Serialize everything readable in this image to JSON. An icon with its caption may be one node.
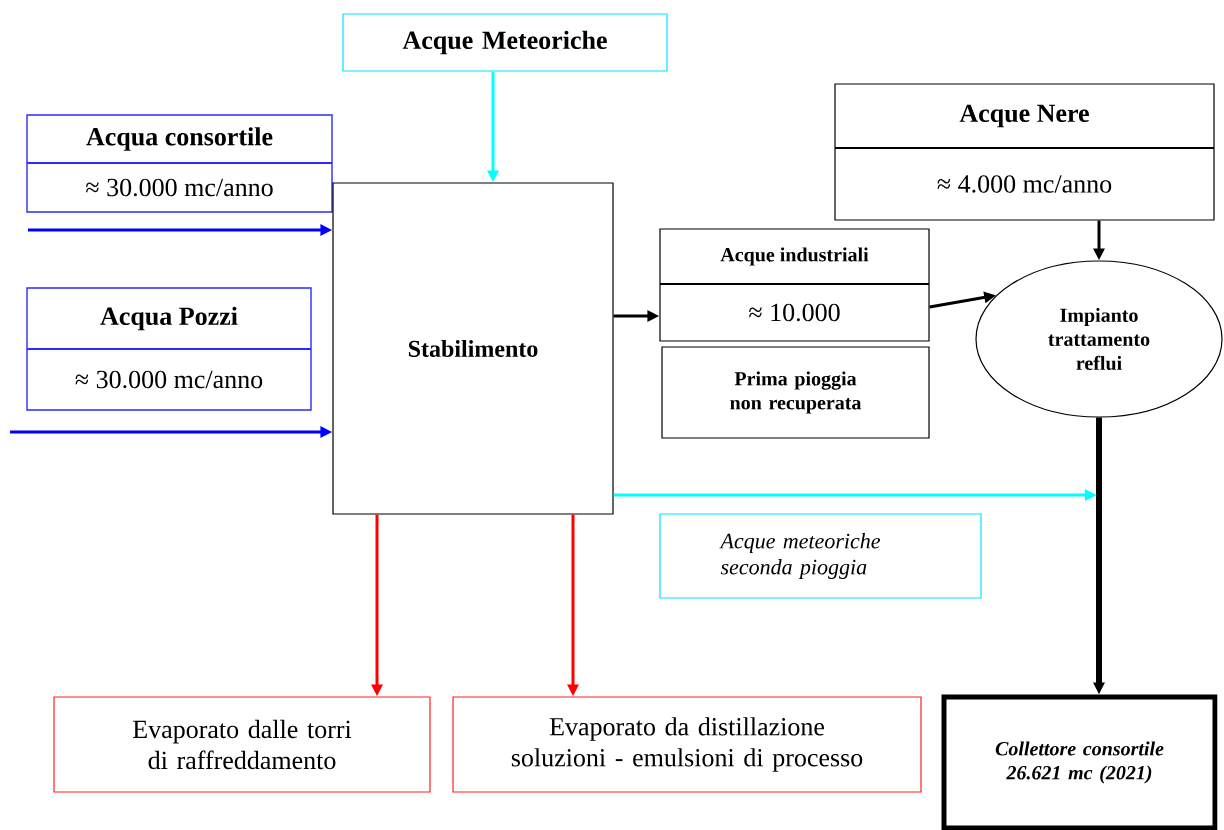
{
  "diagram": {
    "nodes": [
      {
        "text": [
          "Acque Meteoriche"
        ]
      },
      {
        "text": [
          "Acqua consortile",
          "≈ 30.000 mc/anno"
        ]
      },
      {
        "text": [
          "Acqua Pozzi",
          "≈ 30.000 mc/anno"
        ]
      },
      {
        "text": [
          "Stabilimento"
        ]
      },
      {
        "text": [
          "Acque Nere",
          "≈ 4.000 mc/anno"
        ]
      },
      {
        "text": [
          "Acque industriali",
          "≈ 10.000"
        ]
      },
      {
        "text": [
          "Prima pioggia non recuperata"
        ]
      },
      {
        "text": [
          "Impianto trattamento reflui"
        ]
      },
      {
        "text": [
          "Acque meteoriche seconda pioggia"
        ]
      },
      {
        "text": [
          "Evaporato dalle torri di raffreddamento"
        ]
      },
      {
        "text": [
          "Evaporato da distillazione soluzioni - emulsioni di processo"
        ]
      },
      {
        "text": [
          "Collettore consortile 26.621 mc (2021)"
        ]
      }
    ],
    "edges": [
      {
        "from": 0,
        "to": 3,
        "arrow": "to",
        "color": "#00ffff"
      },
      {
        "from": null,
        "to": 3,
        "arrow": "to",
        "color": "#0000ff"
      },
      {
        "from": null,
        "to": 3,
        "arrow": "to",
        "color": "#0000ff"
      },
      {
        "from": 3,
        "to": 5,
        "arrow": "to"
      },
      {
        "from": 5,
        "to": 7,
        "arrow": "to"
      },
      {
        "from": 4,
        "to": 7,
        "arrow": "to"
      },
      {
        "from": 3,
        "to": null,
        "arrow": "to",
        "color": "#00ffff"
      },
      {
        "from": 7,
        "to": 11,
        "arrow": "to",
        "style": "thick"
      },
      {
        "from": 3,
        "to": 9,
        "arrow": "to",
        "color": "#ff0000"
      },
      {
        "from": 3,
        "to": 10,
        "arrow": "to",
        "color": "#ff0000"
      }
    ]
  }
}
